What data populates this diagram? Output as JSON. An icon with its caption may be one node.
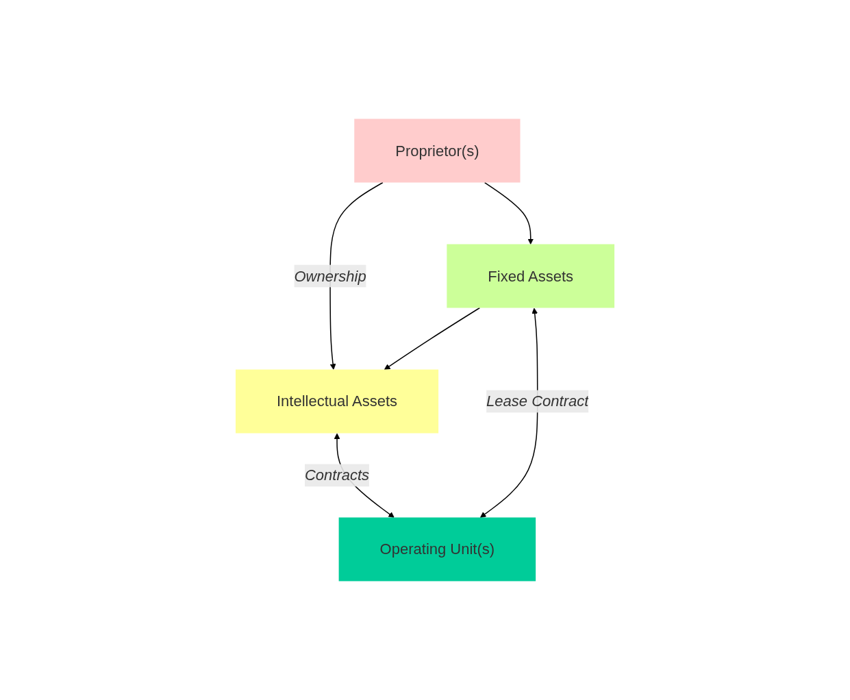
{
  "diagram": {
    "nodes": [
      {
        "text": [
          "Proprietor(s)"
        ]
      },
      {
        "text": [
          "Intellectual Assets"
        ]
      },
      {
        "text": [
          "Fixed Assets"
        ]
      },
      {
        "text": [
          "Operating Unit(s)"
        ]
      }
    ],
    "edges": [
      {
        "from": 0,
        "to": 1,
        "arrow": "to",
        "label": "Ownership"
      },
      {
        "from": 0,
        "to": 2,
        "arrow": "to"
      },
      {
        "from": 2,
        "to": 1,
        "arrow": "to"
      },
      {
        "from": 1,
        "to": 3,
        "arrow": "both",
        "label": "Contracts"
      },
      {
        "from": 2,
        "to": 3,
        "arrow": "both",
        "label": "Lease Contract"
      }
    ]
  }
}
